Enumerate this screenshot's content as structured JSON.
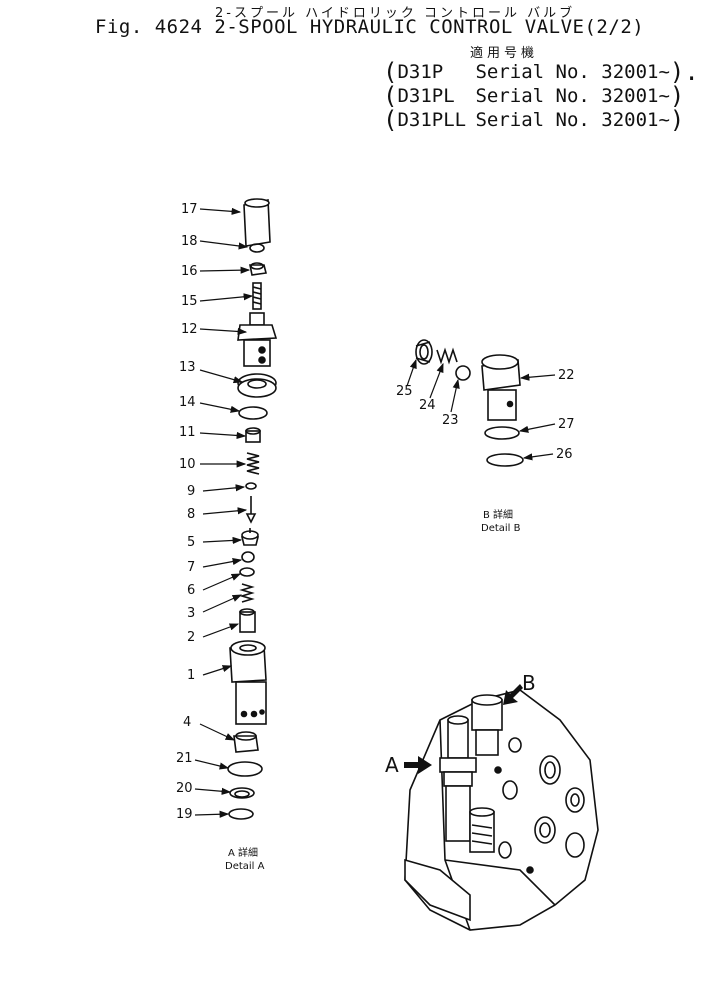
{
  "header": {
    "jp_title": "2-スプール ハイドロリック コントロール バルブ",
    "fig_title": "Fig. 4624 2-SPOOL HYDRAULIC CONTROL VALVE(2/2)",
    "applicable_label": "適用号機",
    "serials": [
      {
        "model": "D31P",
        "serial": "Serial No. 32001~"
      },
      {
        "model": "D31PL",
        "serial": "Serial No. 32001~"
      },
      {
        "model": "D31PLL",
        "serial": "Serial No. 32001~"
      }
    ]
  },
  "detail_a": {
    "caption_jp": "A 詳細",
    "caption": "Detail A",
    "parts": [
      "17",
      "18",
      "16",
      "15",
      "12",
      "13",
      "14",
      "11",
      "10",
      "9",
      "8",
      "5",
      "7",
      "6",
      "3",
      "2",
      "1",
      "4",
      "21",
      "20",
      "19"
    ]
  },
  "detail_b": {
    "caption_jp": "B 詳細",
    "caption": "Detail B",
    "parts": [
      "22",
      "25",
      "24",
      "23",
      "27",
      "26"
    ]
  },
  "assembly": {
    "arrow_a": "A",
    "arrow_b": "B"
  }
}
